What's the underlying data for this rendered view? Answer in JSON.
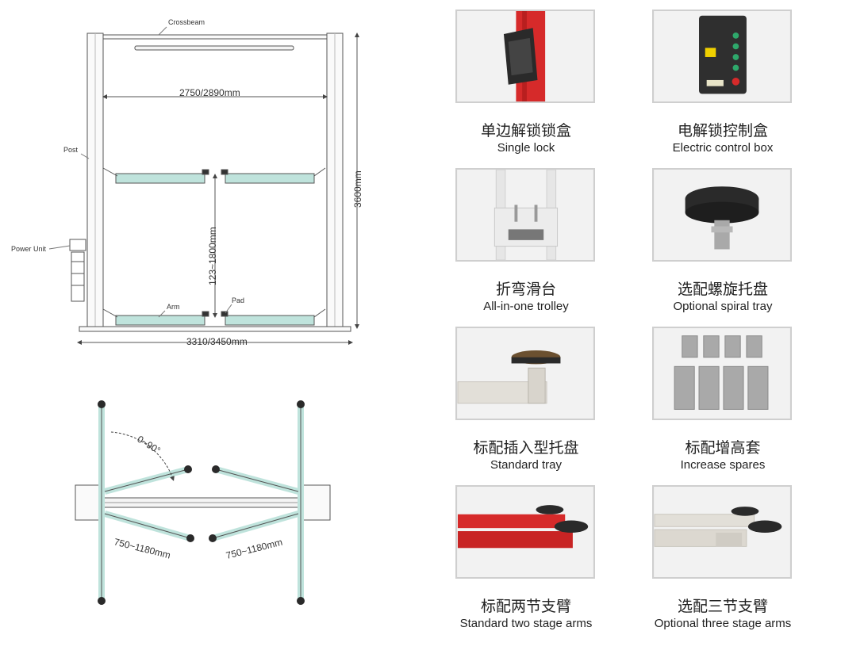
{
  "diagram": {
    "front_view": {
      "crossbeam_label": "Crossbeam",
      "post_label": "Post",
      "power_unit_label": "Power Unit",
      "arm_label": "Arm",
      "pad_label": "Pad",
      "inner_width": "2750/2890mm",
      "overall_height": "3600mm",
      "lift_height": "123~1800mm",
      "outer_width": "3310/3450mm"
    },
    "top_view": {
      "swing_angle": "0~90°",
      "arm_length_left": "750~1180mm",
      "arm_length_right": "750~1180mm"
    }
  },
  "features": [
    {
      "cn": "单边解锁锁盒",
      "en": "Single lock",
      "icon": "single-lock-photo"
    },
    {
      "cn": "电解锁控制盒",
      "en": "Electric control box",
      "icon": "control-box-photo"
    },
    {
      "cn": "折弯滑台",
      "en": "All-in-one trolley",
      "icon": "trolley-photo"
    },
    {
      "cn": "选配螺旋托盘",
      "en": "Optional spiral tray",
      "icon": "spiral-tray-photo"
    },
    {
      "cn": "标配插入型托盘",
      "en": "Standard tray",
      "icon": "standard-tray-photo"
    },
    {
      "cn": "标配增高套",
      "en": "Increase spares",
      "icon": "increase-spares-photo"
    },
    {
      "cn": "标配两节支臂",
      "en": "Standard two stage arms",
      "icon": "two-stage-arms-photo"
    },
    {
      "cn": "选配三节支臂",
      "en": "Optional three stage arms",
      "icon": "three-stage-arms-photo"
    }
  ],
  "colors": {
    "arm_teal": "#bfe3dc",
    "lift_red": "#d62a2a",
    "photo_bg": "#eeeeee",
    "photo_border": "#cfcfcf",
    "pad_dark": "#2a2a2a"
  }
}
